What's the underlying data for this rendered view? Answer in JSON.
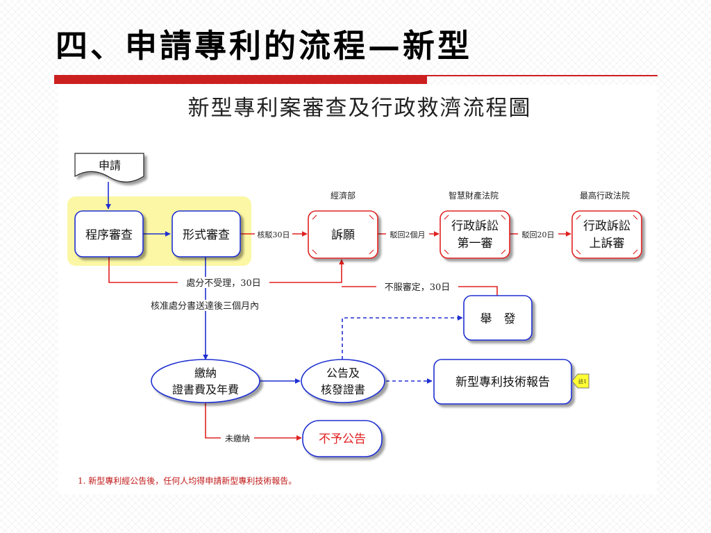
{
  "slide_title": "四、申請專利的流程—新型",
  "diagram": {
    "title": "新型專利案審查及行政救濟流程圖",
    "nodes": {
      "apply": "申請",
      "procedure_review": "程序審查",
      "formal_review": "形式審查",
      "petition": "訴願",
      "admin_first_l1": "行政訴訟",
      "admin_first_l2": "第一審",
      "admin_appeal_l1": "行政訴訟",
      "admin_appeal_l2": "上訴審",
      "report": "舉　發",
      "pay_l1": "繳納",
      "pay_l2": "證書費及年費",
      "announce_l1": "公告及",
      "announce_l2": "核發證書",
      "tech_report": "新型專利技術報告",
      "no_announce": "不予公告"
    },
    "agencies": {
      "moea": "經濟部",
      "ip_court": "智慧財產法院",
      "supreme_admin": "最高行政法院"
    },
    "edge_labels": {
      "rejection_30": "核駁30日",
      "dismiss_2m": "駁回2個月",
      "dismiss_20": "駁回20日",
      "not_accepted_30": "處分不受理，30日",
      "disagree_30": "不服審定，30日",
      "within_3m": "核准處分書送達後三個月內",
      "unpaid": "未繳納"
    },
    "note_tag": "註1",
    "footnote": "1. 新型專利經公告後，任何人均得申請新型專利技術報告。"
  },
  "colors": {
    "accent_red": "#cc1f1f",
    "flow_red": "#e02020",
    "flow_blue": "#1f2fd0",
    "highlight_yellow": "#fbf7a4",
    "tag_yellow": "#ffff33"
  }
}
